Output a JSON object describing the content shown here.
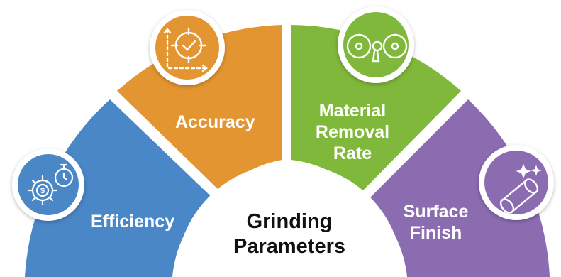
{
  "title": {
    "line1": "Grinding",
    "line2": "Parameters"
  },
  "segments": [
    {
      "id": "efficiency",
      "lines": [
        "Efficiency"
      ],
      "color": "#4a87c7",
      "icon": "gear-dollar-stopwatch-icon"
    },
    {
      "id": "accuracy",
      "lines": [
        "Accuracy"
      ],
      "color": "#e39531",
      "icon": "target-checkmark-icon"
    },
    {
      "id": "material-removal-rate",
      "lines": [
        "Material",
        "Removal",
        "Rate"
      ],
      "color": "#7fb83a",
      "icon": "grinding-wheels-icon"
    },
    {
      "id": "surface-finish",
      "lines": [
        "Surface",
        "Finish"
      ],
      "color": "#8b6cb0",
      "icon": "polished-cylinder-icon"
    }
  ],
  "colors": {
    "icon_ring": "#ffffff",
    "title_text": "#111111",
    "label_text": "#ffffff"
  }
}
